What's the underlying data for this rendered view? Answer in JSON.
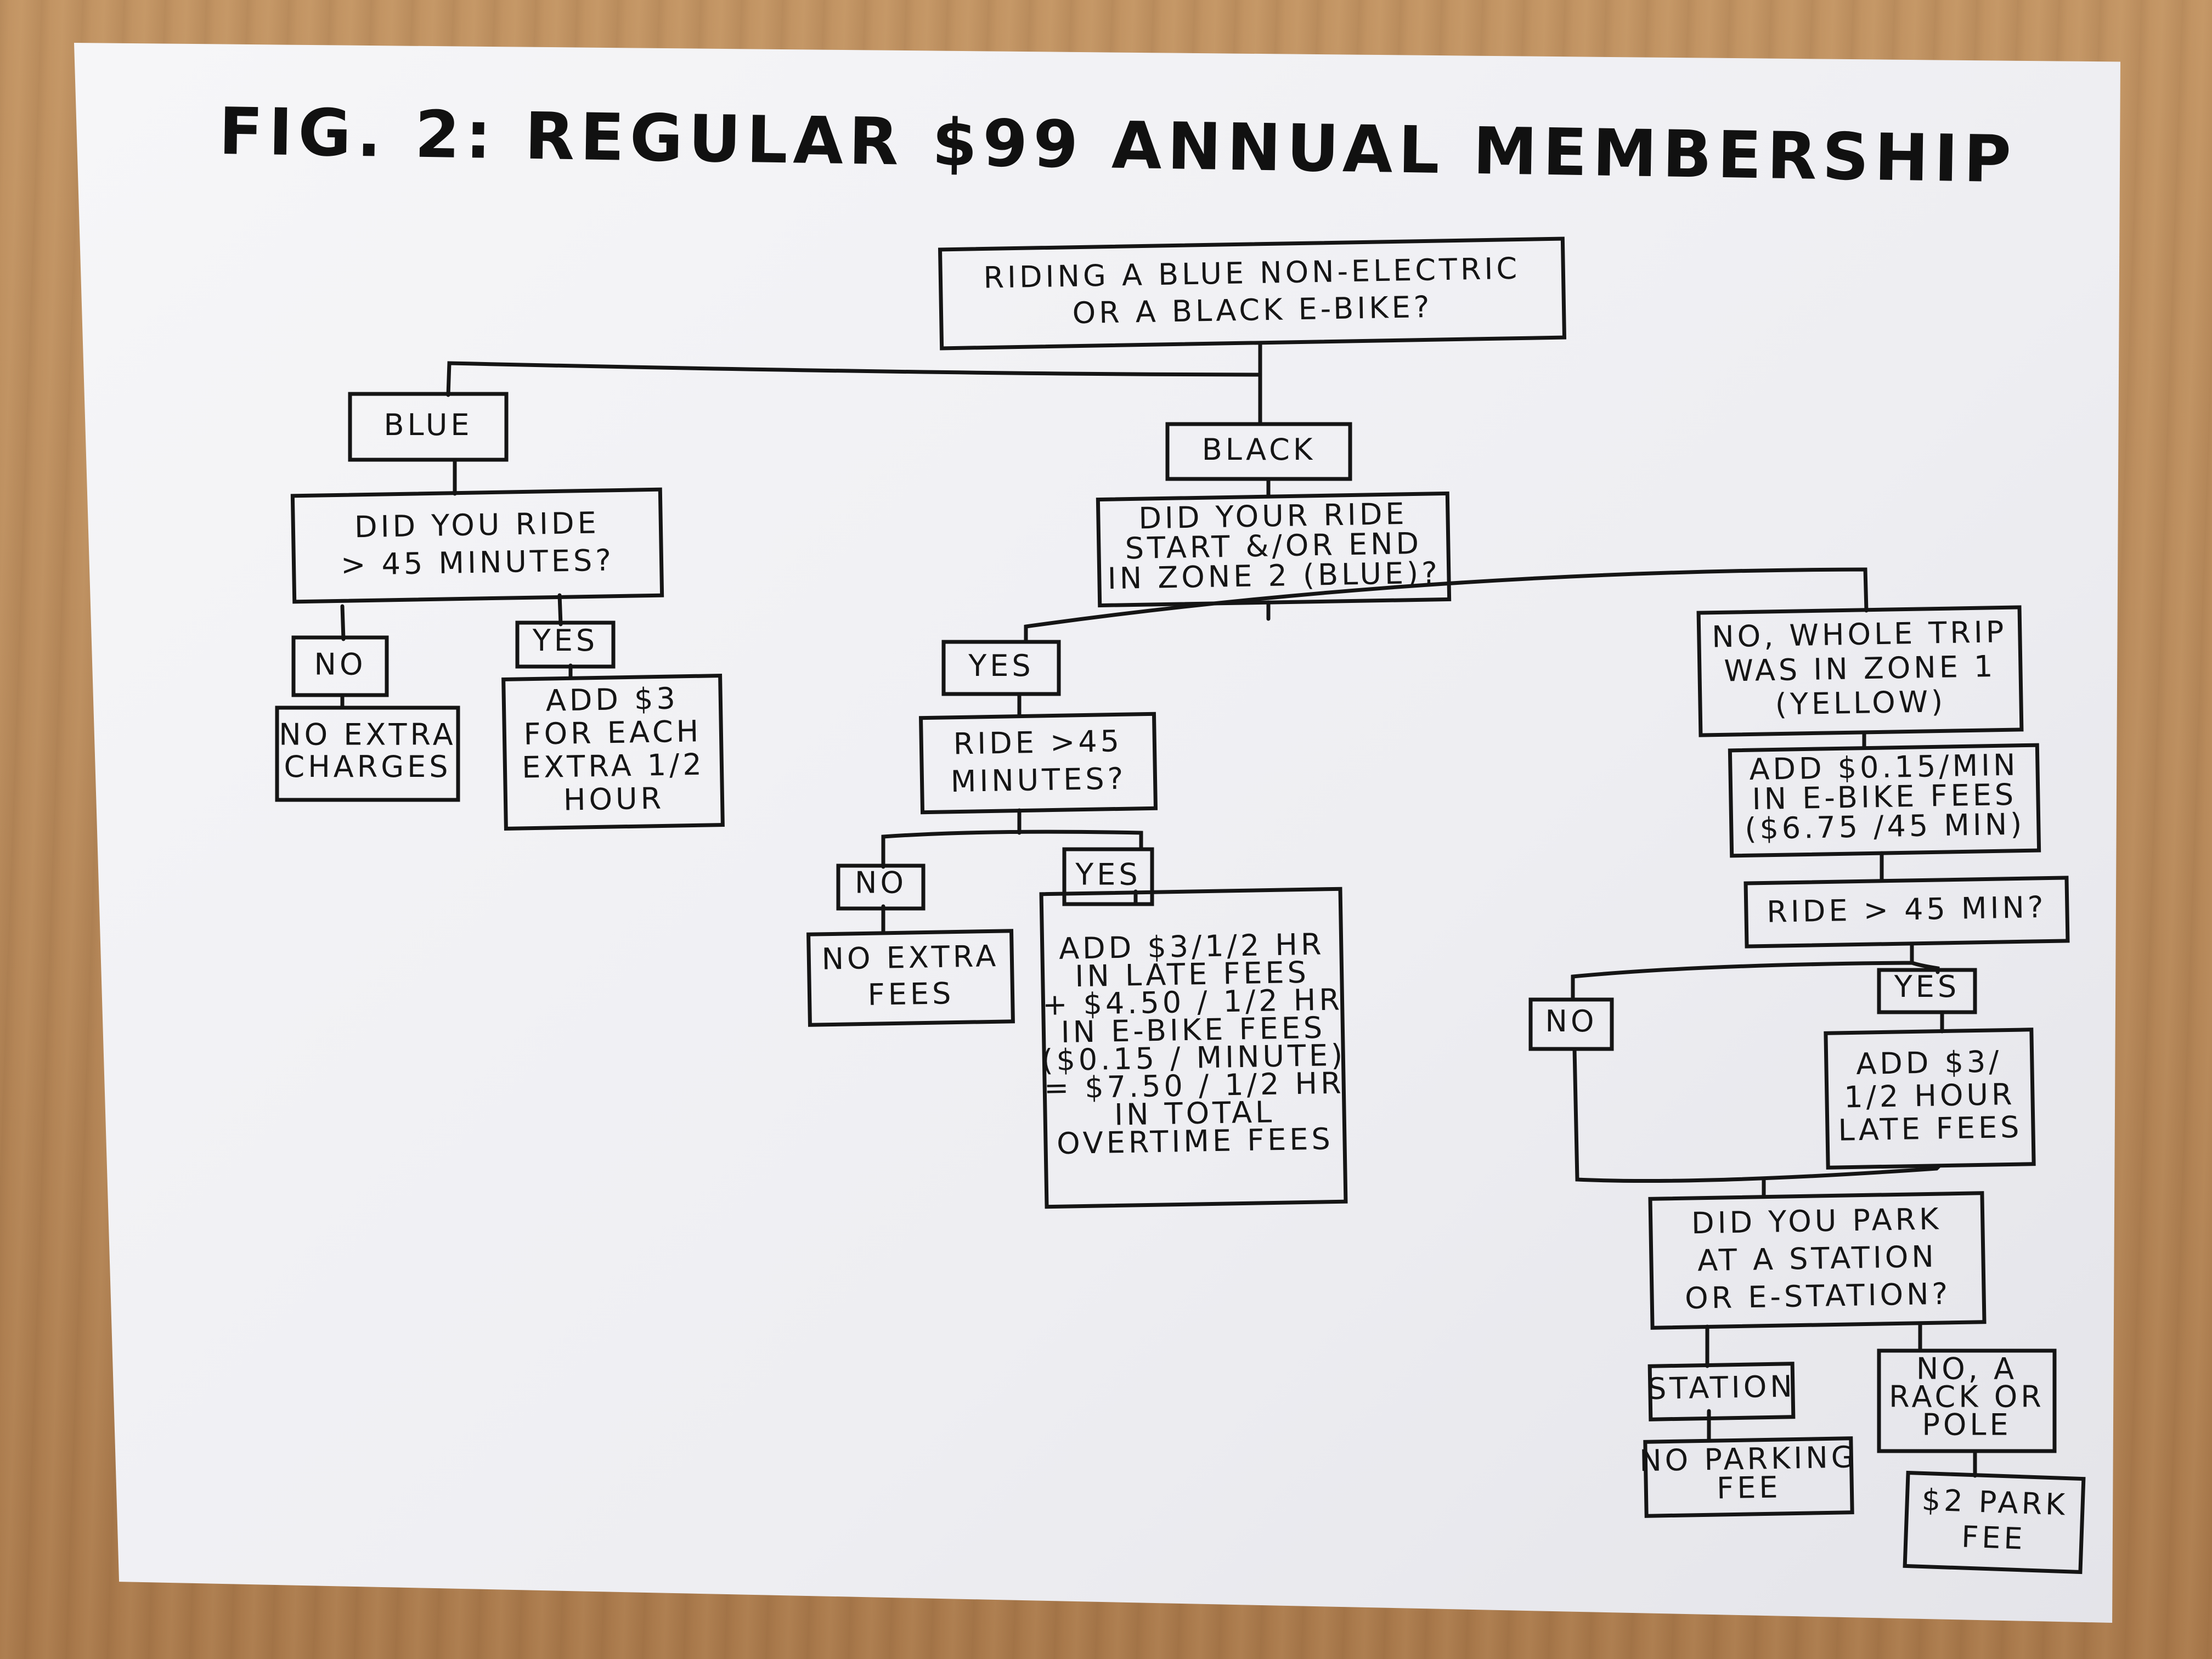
{
  "title": "FIG. 2: REGULAR $99 ANNUAL MEMBERSHIP",
  "nodes": {
    "root": [
      "RIDING A BLUE NON-ELECTRIC",
      "OR A BLACK E-BIKE?"
    ],
    "blue": [
      "BLUE"
    ],
    "black": [
      "BLACK"
    ],
    "blue_q": [
      "DID YOU RIDE",
      "> 45 MINUTES?"
    ],
    "blue_no": [
      "NO"
    ],
    "blue_yes": [
      "YES"
    ],
    "blue_no_r": [
      "NO EXTRA",
      "CHARGES"
    ],
    "blue_yes_r": [
      "ADD $3",
      "FOR EACH",
      "EXTRA 1/2",
      "HOUR"
    ],
    "black_q": [
      "DID YOUR RIDE",
      "START &/OR END",
      "IN ZONE 2 (BLUE)?"
    ],
    "z2_yes": [
      "YES"
    ],
    "z1_no": [
      "NO, WHOLE TRIP",
      "WAS IN ZONE 1",
      "(YELLOW)"
    ],
    "z2_q": [
      "RIDE >45",
      "MINUTES?"
    ],
    "z2_no": [
      "NO"
    ],
    "z2_yes2": [
      "YES"
    ],
    "z2_no_r": [
      "NO EXTRA",
      "FEES"
    ],
    "z2_yes_r": [
      "ADD $3/1/2 HR",
      "IN LATE FEES",
      "+ $4.50 / 1/2 HR",
      "IN E-BIKE FEES",
      "($0.15 / MINUTE)",
      "= $7.50 / 1/2 HR",
      "IN TOTAL",
      "OVERTIME FEES"
    ],
    "z1_fee": [
      "ADD $0.15/MIN",
      "IN E-BIKE FEES",
      "($6.75 /45 MIN)"
    ],
    "z1_q": [
      "RIDE > 45 MIN?"
    ],
    "z1_no2": [
      "NO"
    ],
    "z1_yes2": [
      "YES"
    ],
    "z1_yes_r": [
      "ADD $3/",
      "1/2 HOUR",
      "LATE FEES"
    ],
    "park_q": [
      "DID YOU PARK",
      "AT A STATION",
      "OR E-STATION?"
    ],
    "station": [
      "STATION"
    ],
    "rack": [
      "NO, A",
      "RACK OR",
      "POLE"
    ],
    "station_r": [
      "NO PARKING",
      "FEE"
    ],
    "rack_r": [
      "$2 PARK",
      "FEE"
    ]
  }
}
